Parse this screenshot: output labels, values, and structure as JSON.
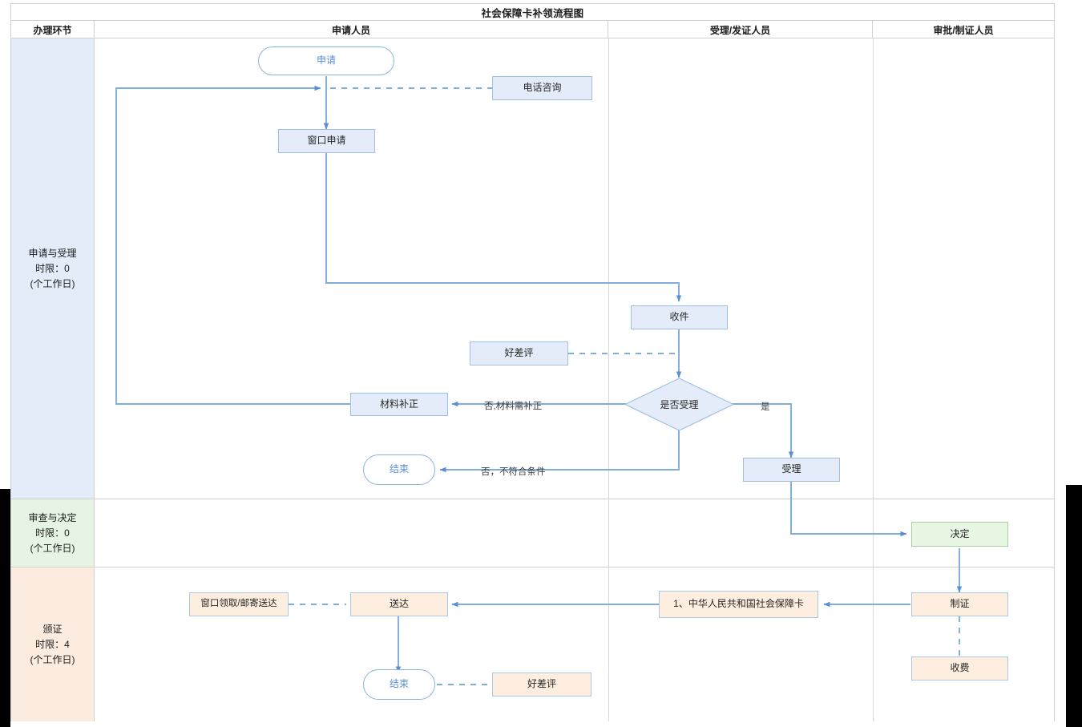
{
  "title": "社会保障卡补领流程图",
  "columns": [
    {
      "key": "stage",
      "label": "办理环节"
    },
    {
      "key": "applicant",
      "label": "申请人员"
    },
    {
      "key": "acceptor",
      "label": "受理/发证人员"
    },
    {
      "key": "approver",
      "label": "审批/制证人员"
    }
  ],
  "lanes": [
    {
      "name": "申请与受理",
      "limit": "时限：0",
      "unit": "(个工作日)",
      "color": "#e3ecf9"
    },
    {
      "name": "审查与决定",
      "limit": "时限：0",
      "unit": "(个工作日)",
      "color": "#e6f4e3"
    },
    {
      "name": "颁证",
      "limit": "时限：4",
      "unit": "(个工作日)",
      "color": "#fcecdf"
    }
  ],
  "nodes": {
    "start_apply": {
      "label": "申请",
      "shape": "terminator",
      "lane": 0,
      "column": "applicant"
    },
    "phone_inquiry": {
      "label": "电话咨询",
      "shape": "box",
      "lane": 0,
      "column": "applicant"
    },
    "window_apply": {
      "label": "窗口申请",
      "shape": "box",
      "lane": 0,
      "column": "applicant"
    },
    "receive": {
      "label": "收件",
      "shape": "box",
      "lane": 0,
      "column": "acceptor"
    },
    "review_rating_1": {
      "label": "好差评",
      "shape": "box",
      "lane": 0,
      "column": "applicant"
    },
    "decide_accept": {
      "label": "是否受理",
      "shape": "diamond",
      "lane": 0,
      "column": "acceptor"
    },
    "material_fix": {
      "label": "材料补正",
      "shape": "box",
      "lane": 0,
      "column": "applicant"
    },
    "end_reject": {
      "label": "结束",
      "shape": "terminator",
      "lane": 0,
      "column": "applicant"
    },
    "accept": {
      "label": "受理",
      "shape": "box",
      "lane": 0,
      "column": "acceptor"
    },
    "decision": {
      "label": "决定",
      "shape": "box",
      "lane": 1,
      "column": "approver"
    },
    "make_card": {
      "label": "制证",
      "shape": "box",
      "lane": 2,
      "column": "approver"
    },
    "charge": {
      "label": "收费",
      "shape": "box",
      "lane": 2,
      "column": "approver"
    },
    "card_item": {
      "label": "1、中华人民共和国社会保障卡",
      "shape": "box",
      "lane": 2,
      "column": "acceptor"
    },
    "deliver": {
      "label": "送达",
      "shape": "box",
      "lane": 2,
      "column": "applicant"
    },
    "pickup_method": {
      "label": "窗口领取/邮寄送达",
      "shape": "box",
      "lane": 2,
      "column": "applicant"
    },
    "end_done": {
      "label": "结束",
      "shape": "terminator",
      "lane": 2,
      "column": "applicant"
    },
    "review_rating_2": {
      "label": "好差评",
      "shape": "box",
      "lane": 2,
      "column": "applicant"
    }
  },
  "edge_labels": {
    "no_fix": "否,材料需补正",
    "no_reject": "否，不符合条件",
    "yes": "是"
  },
  "colors": {
    "lane_blue": "#e3ecf9",
    "lane_green": "#e6f4e3",
    "lane_peach": "#fcecdf",
    "node_blue": "#e4ecf9",
    "node_green": "#e8f6e4",
    "node_peach": "#fdeedf",
    "stroke": "#6d9fd4",
    "border": "#9dc0e4",
    "grid": "#d0d0d0",
    "terminator_text": "#5b8fd4"
  }
}
